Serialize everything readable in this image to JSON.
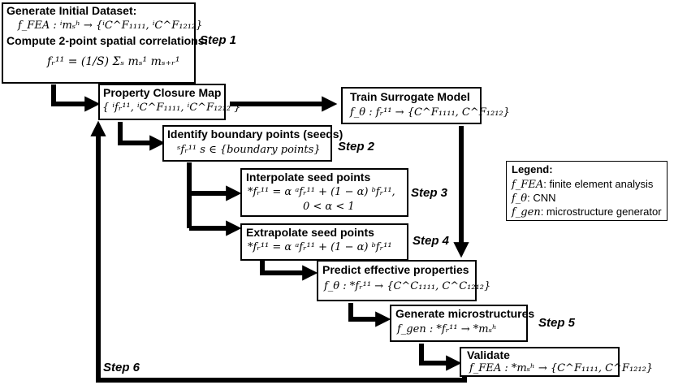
{
  "box1": {
    "title1": "Generate Initial Dataset:",
    "eq1": "f_FEA : ⁱmₛʰ → {ⁱC^F₁₁₁₁, ⁱC^F₁₂₁₂}",
    "title2": "Compute 2-point spatial correlations:",
    "eq2": "fᵣ¹¹ = (1/S) Σₛ mₛ¹ mₛ₊ᵣ¹"
  },
  "closure": {
    "title": "Property Closure Map",
    "eq": "{ ⁱfᵣ¹¹, ⁱC^F₁₁₁₁, ⁱC^F₁₂₁₂ }"
  },
  "surrogate": {
    "title": "Train Surrogate Model",
    "eq": "f_θ : fᵣ¹¹ → {C^F₁₁₁₁, C^F₁₂₁₂}"
  },
  "boundary": {
    "title": "Identify boundary points (seeds)",
    "eq": "ˢfᵣ¹¹  s ∈ {boundary points}"
  },
  "interp": {
    "title": "Interpolate seed points",
    "eq1": "*fᵣ¹¹ = α ᵃfᵣ¹¹ + (1 − α) ᵇfᵣ¹¹,",
    "eq2": "0 < α < 1"
  },
  "extrap": {
    "title": "Extrapolate seed points",
    "eq": "*fᵣ¹¹ = α ᵃfᵣ¹¹ + (1 − α) ᵇfᵣ¹¹"
  },
  "predict": {
    "title": "Predict effective properties",
    "eq": "f_θ : *fᵣ¹¹ → {C^C₁₁₁₁, C^C₁₂₁₂}"
  },
  "generate": {
    "title": "Generate microstructures",
    "eq": "f_gen : *fᵣ¹¹ → *mₛʰ"
  },
  "validate": {
    "title": "Validate",
    "eq": "f_FEA : *mₛʰ → {C^F₁₁₁₁, C^F₁₂₁₂}"
  },
  "steps": {
    "s1": "Step 1",
    "s2": "Step 2",
    "s3": "Step 3",
    "s4": "Step 4",
    "s5": "Step 5",
    "s6": "Step 6"
  },
  "legend": {
    "heading": "Legend:",
    "items": [
      {
        "sym": "f_FEA",
        "text": ": finite element analysis"
      },
      {
        "sym": "f_θ",
        "text": ": CNN"
      },
      {
        "sym": "f_gen",
        "text": ": microstructure generator"
      }
    ]
  }
}
